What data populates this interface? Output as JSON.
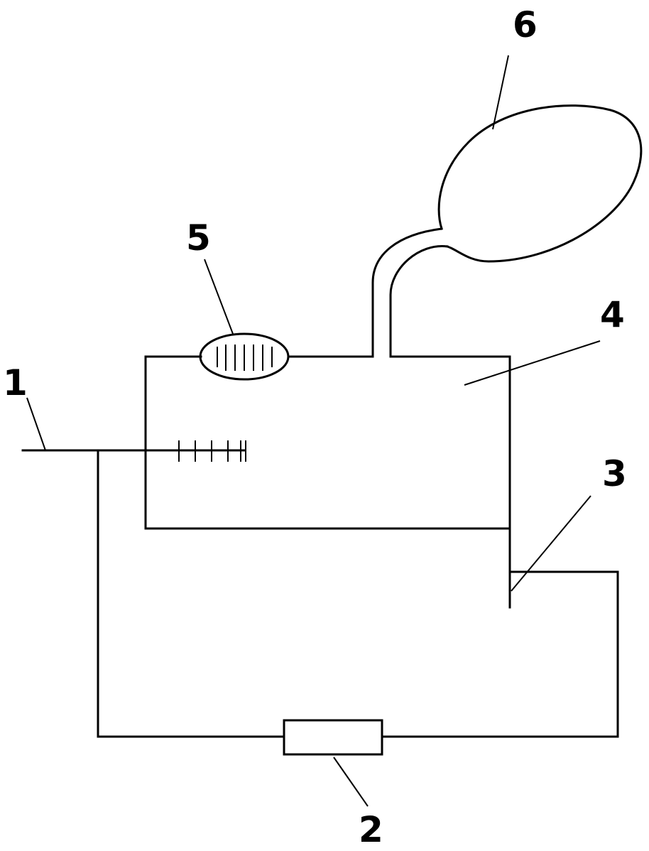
{
  "labels": {
    "one": "1",
    "two": "2",
    "three": "3",
    "four": "4",
    "five": "5",
    "six": "6"
  },
  "colors": {
    "stroke": "#000000",
    "background": "#ffffff"
  }
}
